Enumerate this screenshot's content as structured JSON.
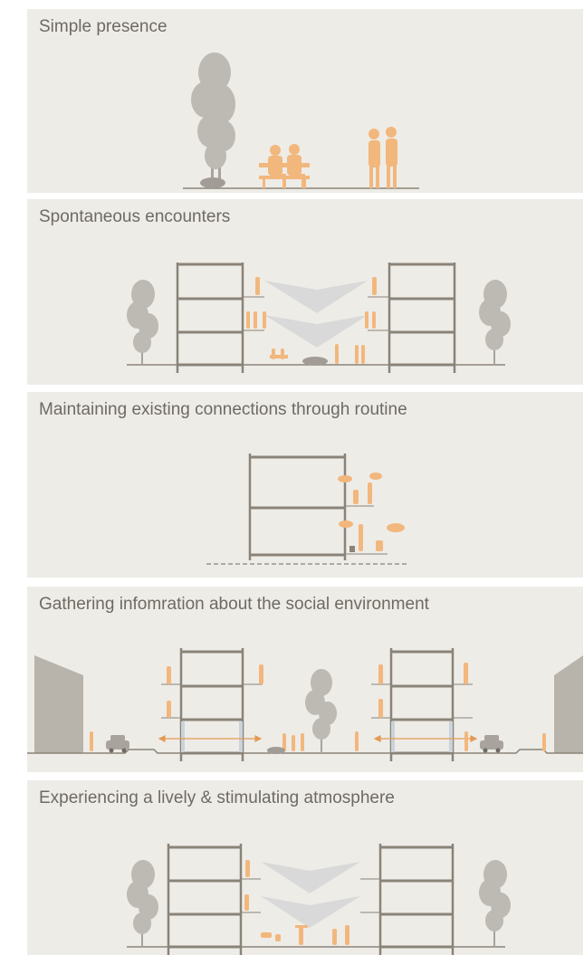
{
  "panels": [
    {
      "title": "Simple presence"
    },
    {
      "title": "Spontaneous encounters"
    },
    {
      "title": "Maintaining existing connections through routine"
    },
    {
      "title": "Gathering infomration about the social environment"
    },
    {
      "title": "Experiencing a lively & stimulating atmosphere"
    }
  ],
  "colors": {
    "panel_background": "#eeece7",
    "building_lines": "#8a8378",
    "people": "#f2b77d",
    "trees": "#b7b3ad",
    "sound_beam": "#d8d8d8",
    "blocks": "#b9b4ab",
    "title_text": "#6e6a63"
  },
  "icons": [
    "tree-icon",
    "bench-icon",
    "person-icon",
    "speech-bubble-icon",
    "car-icon",
    "sound-beam-icon",
    "double-arrow-icon"
  ]
}
